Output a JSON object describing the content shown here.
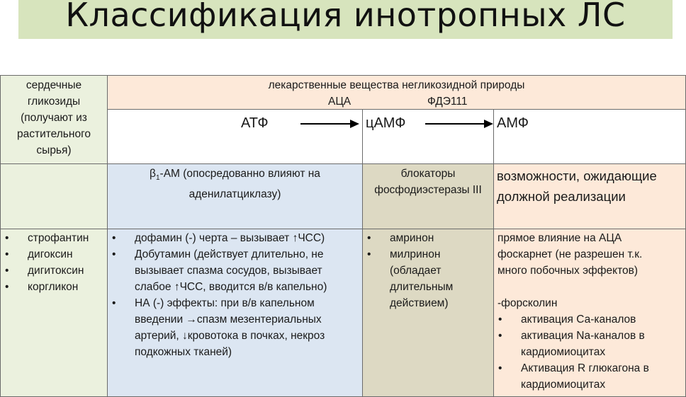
{
  "title": "Классификация инотропных ЛС",
  "header": {
    "glycosides_label": "сердечные гликозиды (получают из растительного сырья)",
    "nonglycoside_label": "лекарственные вещества негликозидной природы",
    "enzyme_aca": "АЦА",
    "enzyme_fde": "ФДЭ111",
    "atf": "АТФ",
    "camf": "цАМФ",
    "amf": "АМФ"
  },
  "groups": {
    "b1_pre": "β",
    "b1_sub": "1",
    "b1_rest": "-АМ (опосредованно влияют на аденилатциклазу)",
    "pde": "блокаторы фосфодиэстеразы III",
    "future": "возможности, ожидающие должной реализации"
  },
  "glycosides_items": [
    "строфантин",
    "дигоксин",
    "дигитоксин",
    "коргликон"
  ],
  "b1_items": [
    "дофамин (-) черта – вызывает ↑ЧСС)",
    "Добутамин (действует длительно, не вызывает спазма сосудов, вызывает слабое ↑ЧСС, вводится в/в капельно)",
    "НА (-) эффекты: при в/в капельном введении →спазм мезентериальных артерий, ↓кровотока в почках, некроз подкожных тканей)"
  ],
  "pde_items": [
    "амринон",
    "милринон (обладает длительным действием)"
  ],
  "future_intro": "прямое влияние на АЦА фоскарнет (не разрешен т.к. много побочных эффектов)",
  "forskolin": "-форсколин",
  "future_items": [
    "активация Са-каналов",
    "активация Na-каналов в кардиомиоцитах",
    "Активация R глюкагона в кардиомиоцитах"
  ]
}
